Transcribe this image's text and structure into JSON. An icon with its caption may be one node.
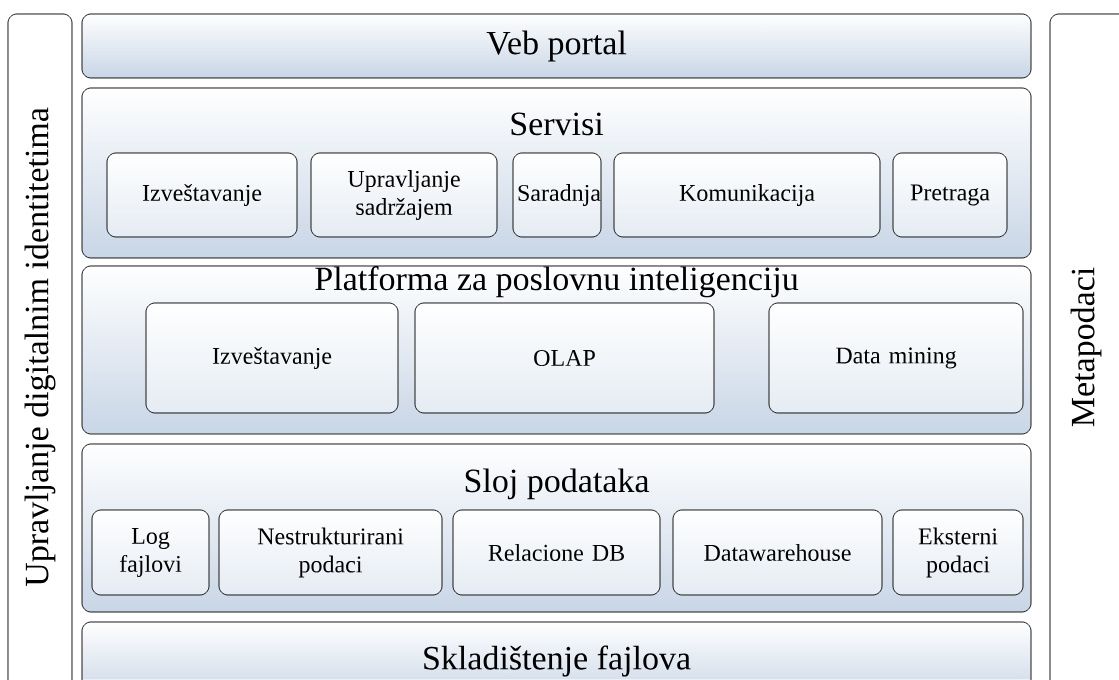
{
  "diagram": {
    "nodes": [
      {
        "text": [
          "Upravljanje digitalnim identitetima"
        ]
      },
      {
        "text": [
          "Veb portal"
        ]
      },
      {
        "text": [
          "Servisi"
        ]
      },
      {
        "text": [
          "Izveštavanje"
        ],
        "in": 2
      },
      {
        "text": [
          "Upravljanje sadržajem"
        ],
        "in": 2
      },
      {
        "text": [
          "Saradnja"
        ],
        "in": 2
      },
      {
        "text": [
          "Komunikacija"
        ],
        "in": 2
      },
      {
        "text": [
          "Pretraga"
        ],
        "in": 2
      },
      {
        "text": [
          "Platforma za poslovnu inteligenciju"
        ]
      },
      {
        "text": [
          "Izveštavanje"
        ],
        "in": 8
      },
      {
        "text": [
          "OLAP"
        ],
        "in": 8
      },
      {
        "text": [
          "Data mining"
        ],
        "in": 8
      },
      {
        "text": [
          "Sloj podataka"
        ]
      },
      {
        "text": [
          "Log fajlovi"
        ],
        "in": 12
      },
      {
        "text": [
          "Nestrukturirani podaci"
        ],
        "in": 12
      },
      {
        "text": [
          "Relacione DB"
        ],
        "in": 12
      },
      {
        "text": [
          "Datawarehouse"
        ],
        "in": 12
      },
      {
        "text": [
          "Eksterni podaci"
        ],
        "in": 12
      },
      {
        "text": [
          "Skladištenje fajlova"
        ]
      },
      {
        "text": [
          "Metapodaci"
        ]
      }
    ]
  }
}
